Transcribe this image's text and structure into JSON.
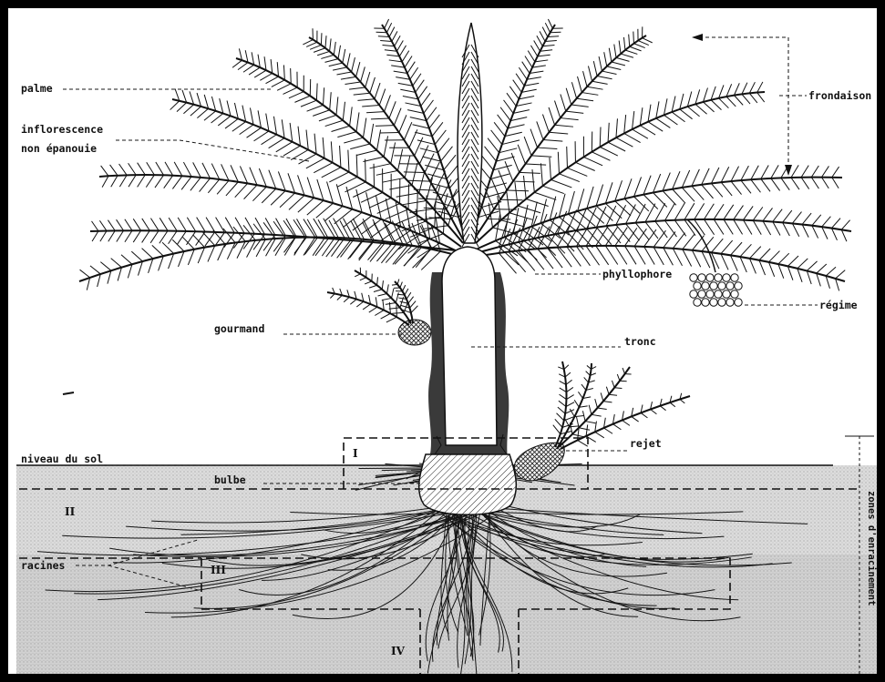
{
  "labels": {
    "palme": "palme",
    "inflorescence_1": "inflorescence",
    "inflorescence_2": "non épanouie",
    "frondaison": "frondaison",
    "phyllophore": "phyllophore",
    "regime": "régime",
    "gourmand": "gourmand",
    "tronc": "tronc",
    "rejet": "rejet",
    "niveau_du_sol": "niveau du sol",
    "bulbe": "bulbe",
    "racines": "racines",
    "zones": "zones d'enracinement"
  },
  "zones": {
    "I": "I",
    "II": "II",
    "III": "III",
    "IV": "IV"
  },
  "colors": {
    "ink": "#111111",
    "soil": "#d9d9d9",
    "soil_deep": "#c8c8c8",
    "frame": "#000000"
  }
}
